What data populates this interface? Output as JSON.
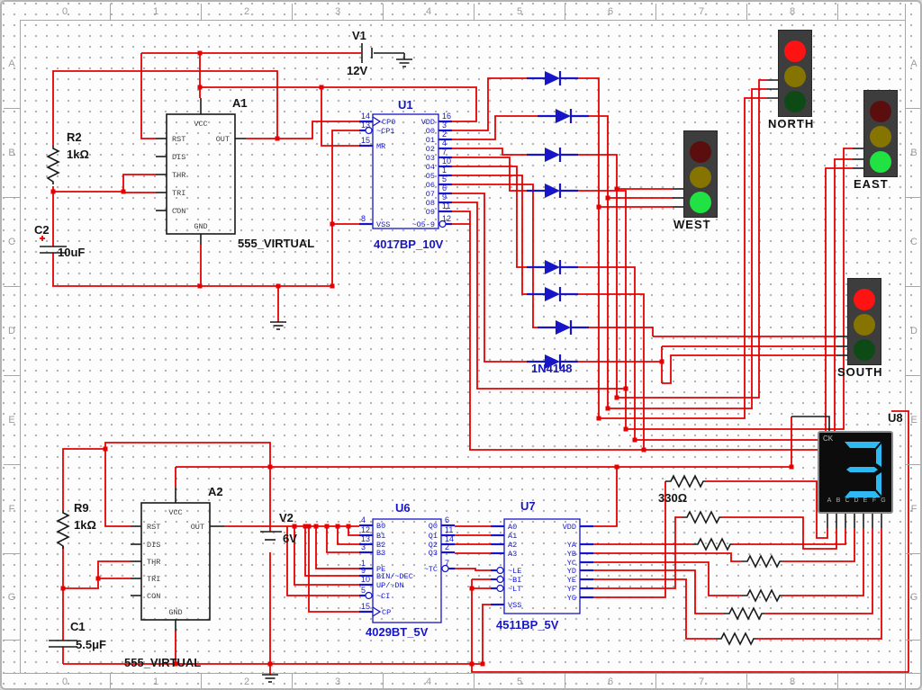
{
  "palette": {
    "wire": "#e60000",
    "component_blue": "#1616c8",
    "component_black": "#1a1a1a",
    "grid_dot": "#aeaeae",
    "segment_on": "#2fb9f2",
    "ruler_text": "#9b9b9b",
    "background": "#fdfdfd"
  },
  "rulers": {
    "cols": [
      "0",
      "1",
      "2",
      "3",
      "4",
      "5",
      "6",
      "7",
      "8",
      ""
    ],
    "rows": [
      "A",
      "B",
      "C",
      "D",
      "E",
      "F",
      "G",
      ""
    ]
  },
  "parts": {
    "a1": {
      "ref": "A1",
      "name": "555_VIRTUAL",
      "top_pin": "VCC",
      "bottom_pin": "GND",
      "left_pins": [
        "RST",
        "DIS",
        "THR",
        "TRI",
        "CON"
      ],
      "right_pins": [
        "OUT"
      ]
    },
    "a2": {
      "ref": "A2",
      "name": "555_VIRTUAL",
      "top_pin": "VCC",
      "bottom_pin": "GND",
      "left_pins": [
        "RST",
        "DIS",
        "THR",
        "TRI",
        "CON"
      ],
      "right_pins": [
        "OUT"
      ]
    },
    "u1": {
      "ref": "U1",
      "name": "4017BP_10V",
      "left": [
        {
          "num": "14",
          "label": "CP0",
          "clk": true
        },
        {
          "num": "13",
          "label": "~CP1",
          "inv": true
        },
        {
          "num": "15",
          "label": "MR"
        },
        {
          "num": "8",
          "label": "VSS"
        }
      ],
      "right": [
        {
          "num": "16",
          "label": "VDD"
        },
        {
          "num": "3",
          "label": "O0"
        },
        {
          "num": "2",
          "label": "O1"
        },
        {
          "num": "4",
          "label": "O2"
        },
        {
          "num": "7",
          "label": "O3"
        },
        {
          "num": "10",
          "label": "O4"
        },
        {
          "num": "1",
          "label": "O5"
        },
        {
          "num": "5",
          "label": "O6"
        },
        {
          "num": "6",
          "label": "O7"
        },
        {
          "num": "9",
          "label": "O8"
        },
        {
          "num": "11",
          "label": "O9"
        },
        {
          "num": "12",
          "label": "~O5-9",
          "inv": true
        }
      ]
    },
    "u6": {
      "ref": "U6",
      "name": "4029BT_5V",
      "left": [
        {
          "num": "4",
          "label": "B0"
        },
        {
          "num": "12",
          "label": "B1"
        },
        {
          "num": "13",
          "label": "B2"
        },
        {
          "num": "3",
          "label": "B3"
        },
        {
          "num": "1",
          "label": "PE"
        },
        {
          "num": "9",
          "label": "BIN/~DEC"
        },
        {
          "num": "10",
          "label": "UP/~DN"
        },
        {
          "num": "5",
          "label": "~CI",
          "inv": true
        },
        {
          "num": "15",
          "label": "CP",
          "clk": true
        }
      ],
      "right": [
        {
          "num": "6",
          "label": "Q0"
        },
        {
          "num": "11",
          "label": "Q1"
        },
        {
          "num": "14",
          "label": "Q2"
        },
        {
          "num": "2",
          "label": "Q3"
        },
        {
          "num": "7",
          "label": "~TC",
          "inv": true
        }
      ]
    },
    "u7": {
      "ref": "U7",
      "name": "4511BP_5V",
      "left": [
        {
          "num": "",
          "label": "A0"
        },
        {
          "num": "",
          "label": "A1"
        },
        {
          "num": "",
          "label": "A2"
        },
        {
          "num": "",
          "label": "A3"
        },
        {
          "num": "",
          "label": "~LE",
          "inv": true
        },
        {
          "num": "",
          "label": "~BI",
          "inv": true
        },
        {
          "num": "",
          "label": "~LT",
          "inv": true
        },
        {
          "num": "",
          "label": "VSS"
        }
      ],
      "right": [
        {
          "num": "",
          "label": "VDD"
        },
        {
          "num": "",
          "label": "YA"
        },
        {
          "num": "",
          "label": "YB"
        },
        {
          "num": "",
          "label": "YC"
        },
        {
          "num": "",
          "label": "YD"
        },
        {
          "num": "",
          "label": "YE"
        },
        {
          "num": "",
          "label": "YF"
        },
        {
          "num": "",
          "label": "YG"
        }
      ]
    },
    "u8": {
      "ref": "U8",
      "clock_label": "CK",
      "segment_labels": [
        "A",
        "B",
        "C",
        "D",
        "E",
        "F",
        "G"
      ],
      "digit": "3",
      "segments_on": [
        "a",
        "b",
        "c",
        "d",
        "g"
      ]
    },
    "r2": {
      "ref": "R2",
      "value": "1kΩ"
    },
    "r9": {
      "ref": "R9",
      "value": "1kΩ"
    },
    "rseg": {
      "value": "330Ω"
    },
    "c2": {
      "ref": "C2",
      "value": "10uF"
    },
    "c1": {
      "ref": "C1",
      "value": "5.5μF"
    },
    "v1": {
      "ref": "V1",
      "value": "12V"
    },
    "v2": {
      "ref": "V2",
      "value": "6V"
    },
    "diode": {
      "value": "1N4148"
    }
  },
  "traffic_lights": [
    {
      "name": "NORTH",
      "lit": "red"
    },
    {
      "name": "EAST",
      "lit": "green"
    },
    {
      "name": "WEST",
      "lit": "green"
    },
    {
      "name": "SOUTH",
      "lit": "red"
    }
  ],
  "lamp_colors": {
    "red_on": "#ff1212",
    "red_off": "#5a0e0e",
    "yellow_off": "#857500",
    "green_on": "#21e243",
    "green_off": "#0d4a16"
  }
}
